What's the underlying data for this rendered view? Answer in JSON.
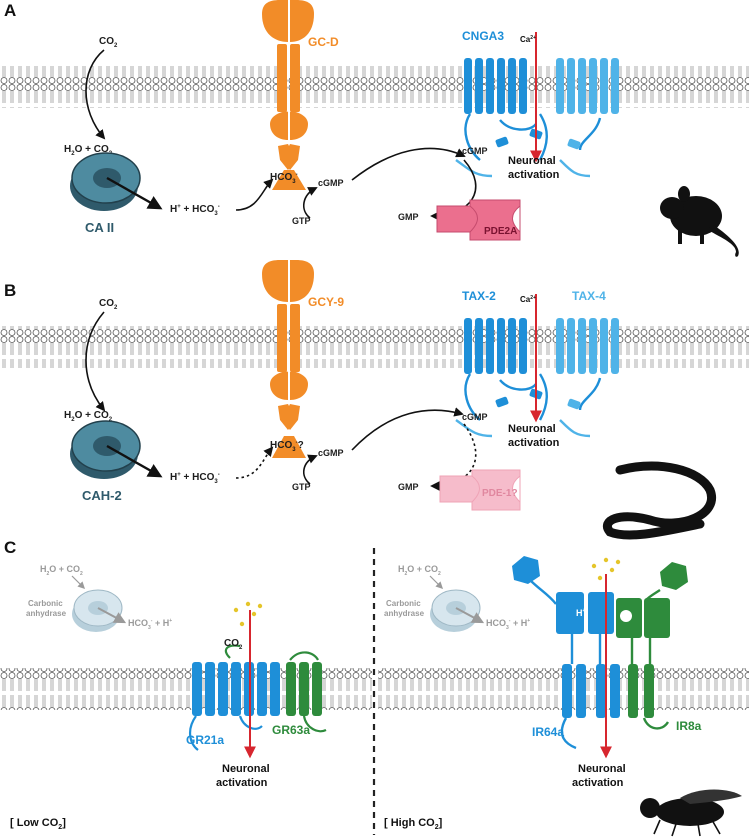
{
  "panels": [
    {
      "letter": "A",
      "co2": "CO",
      "h2o_co2": "H",
      "enzyme": "CA II",
      "products": "H",
      "receptor": "GC-D",
      "hco3": "HCO",
      "hco3_q": "",
      "cgmp1": "cGMP",
      "gtp": "GTP",
      "channel": "CNGA3",
      "channel2": "",
      "ca": "Ca",
      "cgmp2": "cGMP",
      "neuronal": "Neuronal",
      "activation": "activation",
      "gmp": "GMP",
      "pde": "PDE2A"
    },
    {
      "letter": "B",
      "co2": "CO",
      "h2o_co2": "H",
      "enzyme": "CAH-2",
      "products": "H",
      "receptor": "GCY-9",
      "hco3": "HCO",
      "hco3_q": "?",
      "cgmp1": "cGMP",
      "gtp": "GTP",
      "channel": "TAX-2",
      "channel2": "TAX-4",
      "ca": "Ca",
      "cgmp2": "cGMP",
      "neuronal": "Neuronal",
      "activation": "activation",
      "gmp": "GMP",
      "pde": "PDE-1?"
    }
  ],
  "panel_c": {
    "letter": "C",
    "low": {
      "h2o_co2": "H",
      "enzyme_line1": "Carbonic",
      "enzyme_line2": "anhydrase",
      "products": "HCO",
      "co2": "CO",
      "receptor1": "GR21a",
      "receptor2": "GR63a",
      "neuronal": "Neuronal",
      "activation": "activation",
      "condition": "[ Low CO",
      "condition_end": "]"
    },
    "high": {
      "h2o_co2": "H",
      "enzyme_line1": "Carbonic",
      "enzyme_line2": "anhydrase",
      "products": "HCO",
      "proton": "H",
      "receptor1": "IR64a",
      "receptor2": "IR8a",
      "neuronal": "Neuronal",
      "activation": "activation",
      "condition": "[ High CO",
      "condition_end": "]"
    }
  },
  "colors": {
    "orange": "#F28C28",
    "blue": "#1E8FD8",
    "light_blue": "#4FB3E8",
    "green": "#2E8B3C",
    "teal_dark": "#2F5A6B",
    "pink": "#EB6F8E",
    "pink_light": "#F6BCCB",
    "red": "#D7262E"
  }
}
